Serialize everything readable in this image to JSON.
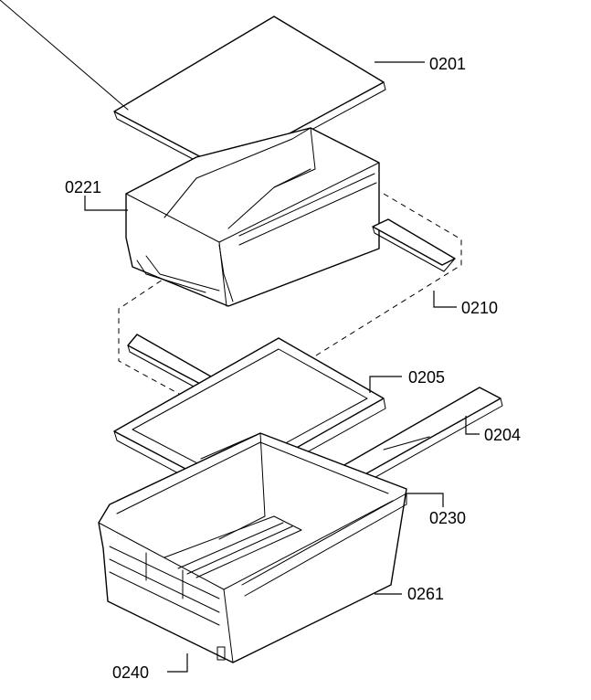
{
  "diagram": {
    "callouts": [
      {
        "id": "0201",
        "text": "0201"
      },
      {
        "id": "0221",
        "text": "0221"
      },
      {
        "id": "0210",
        "text": "0210"
      },
      {
        "id": "0205",
        "text": "0205"
      },
      {
        "id": "0204",
        "text": "0204"
      },
      {
        "id": "0230",
        "text": "0230"
      },
      {
        "id": "0261",
        "text": "0261"
      },
      {
        "id": "0240",
        "text": "0240"
      }
    ],
    "colors": {
      "line": "#000000",
      "background": "#ffffff"
    }
  }
}
